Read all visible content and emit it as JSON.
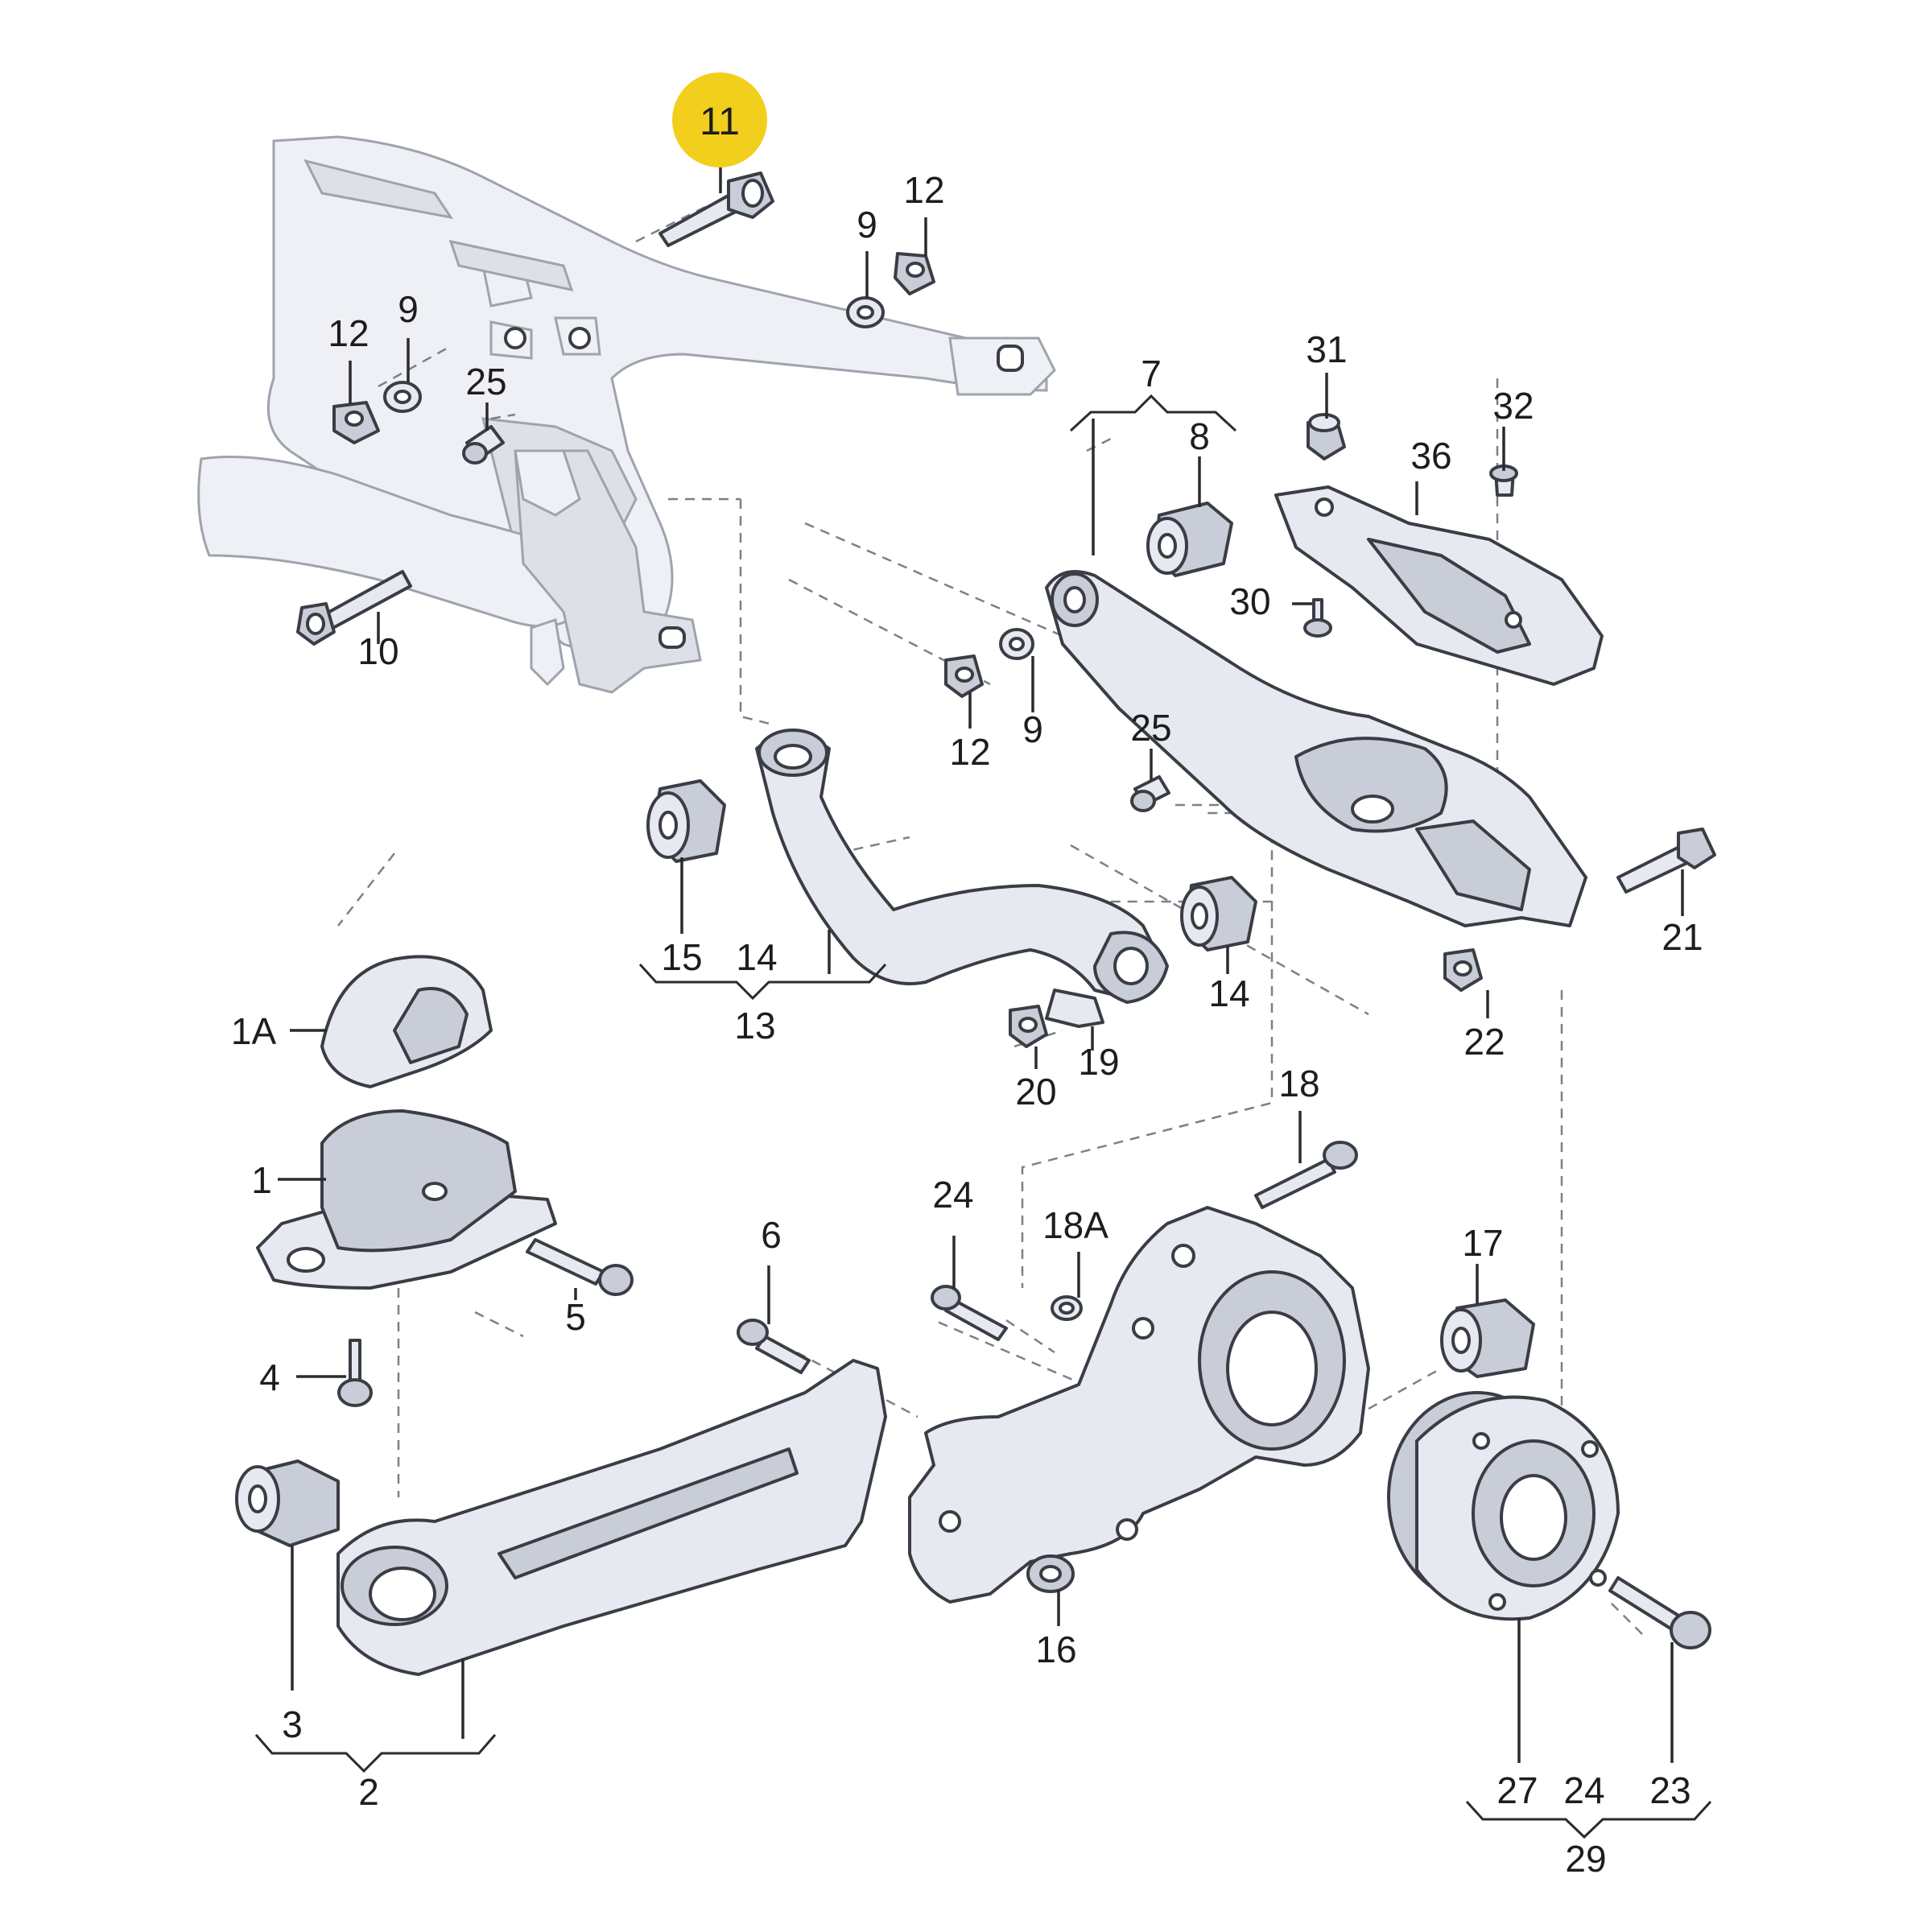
{
  "highlight_color": "#f2cf1d",
  "labels": {
    "l11": "11",
    "l12a": "12",
    "l9a": "9",
    "l12b": "12",
    "l9b": "9",
    "l25a": "25",
    "l10": "10",
    "l7": "7",
    "l8": "8",
    "l31": "31",
    "l32": "32",
    "l36": "36",
    "l30": "30",
    "l12c": "12",
    "l9c": "9",
    "l25b": "25",
    "l21": "21",
    "l15": "15",
    "l14a": "14",
    "l13": "13",
    "l14b": "14",
    "l22": "22",
    "l20": "20",
    "l19": "19",
    "l1a": "1A",
    "l1": "1",
    "l18": "18",
    "l24a": "24",
    "l18a": "18A",
    "l6": "6",
    "l17": "17",
    "l5": "5",
    "l4": "4",
    "l3": "3",
    "l2": "2",
    "l16": "16",
    "l27": "27",
    "l24b": "24",
    "l23": "23",
    "l29": "29"
  }
}
